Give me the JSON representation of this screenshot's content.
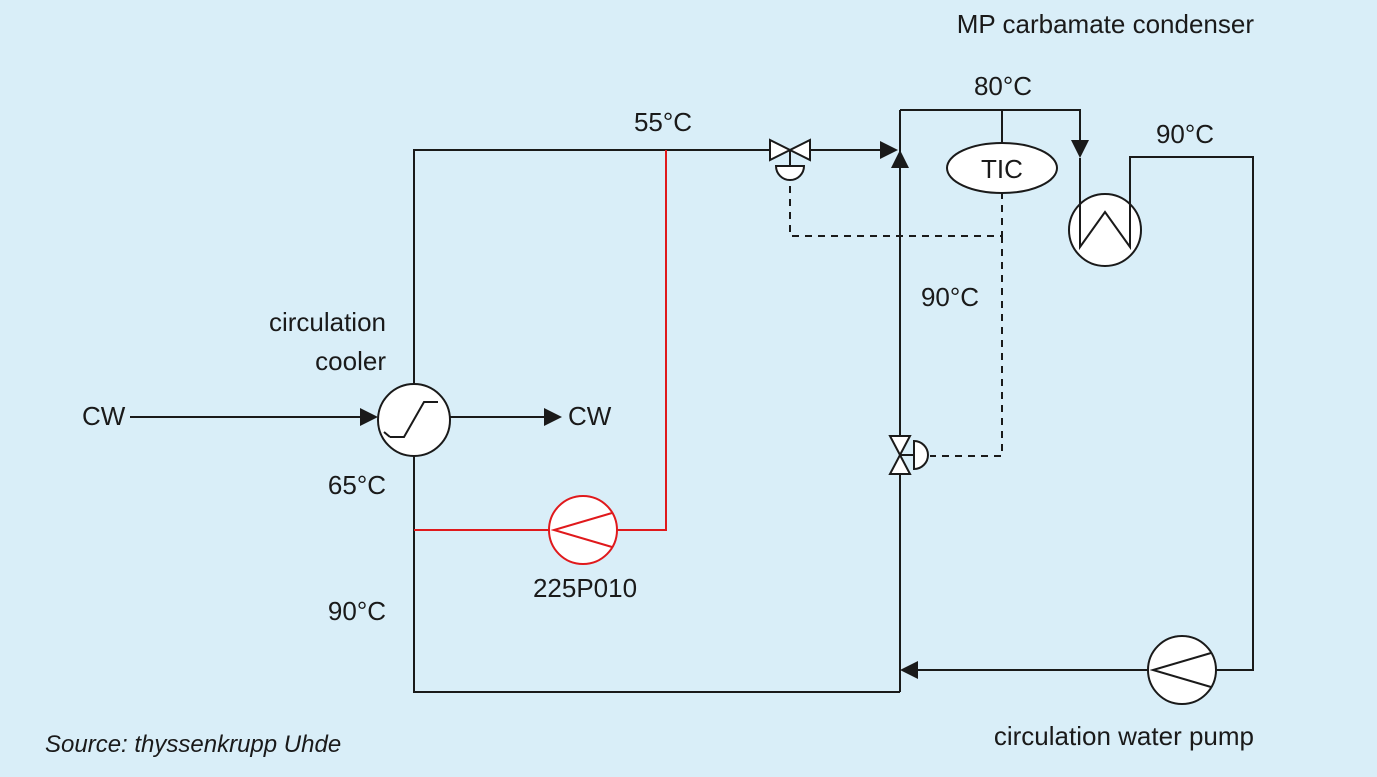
{
  "labels": {
    "mp_condenser": "MP carbamate condenser",
    "circulation_cooler_line1": "circulation",
    "circulation_cooler_line2": "cooler",
    "cw_in": "CW",
    "cw_out": "CW",
    "pump_tag": "225P010",
    "circulation_water_pump": "circulation water pump",
    "tic": "TIC",
    "source": "Source: thyssenkrupp Uhde"
  },
  "temperatures": {
    "t_55_top": "55°C",
    "t_80_top": "80°C",
    "t_90_right": "90°C",
    "t_90_middle": "90°C",
    "t_65_left": "65°C",
    "t_90_left": "90°C"
  },
  "colors": {
    "background": "#d9eef8",
    "line": "#1a1a1a",
    "red_loop": "#e0191c"
  }
}
